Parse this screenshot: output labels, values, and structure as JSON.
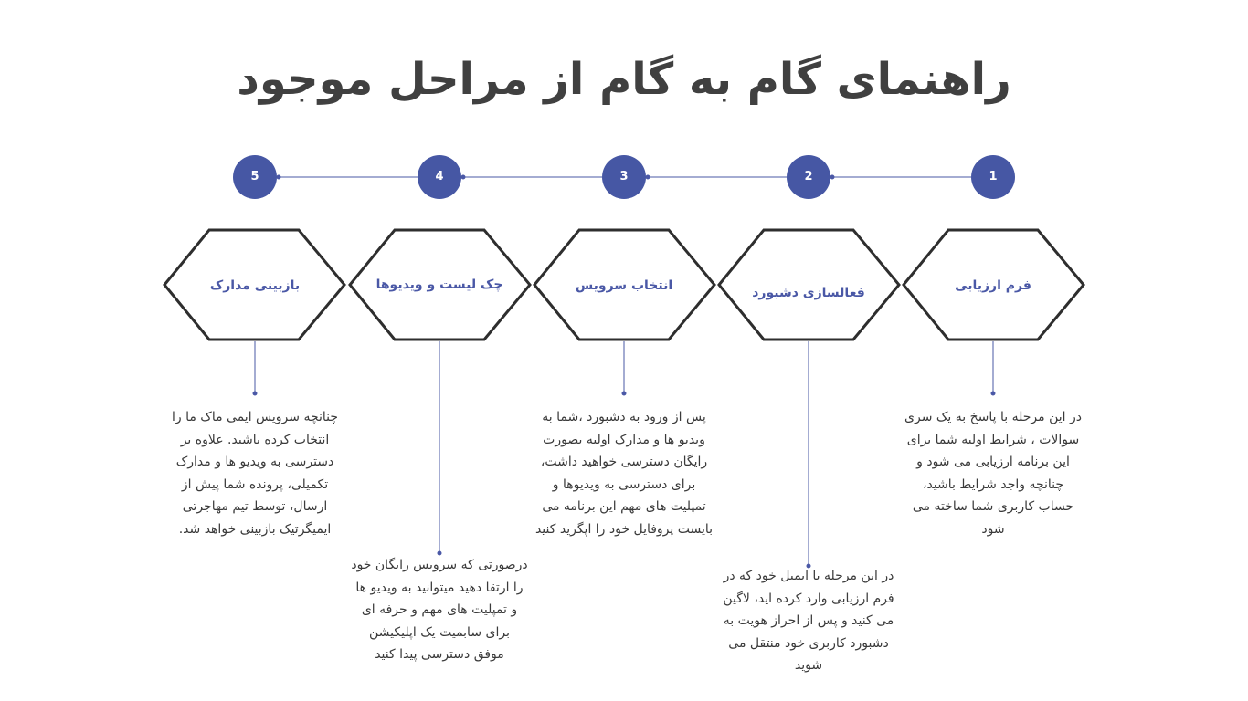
{
  "title": "راهنمای گام به گام از مراحل موجود",
  "colors": {
    "circle": "#4657a4",
    "hex_stroke": "#2e2e2e",
    "line": "#4a58a6",
    "label": "#4a58a6",
    "text": "#3a3a3a"
  },
  "steps": [
    {
      "number": "1",
      "label": "فرم ارزیابی",
      "desc": "در این مرحله با پاسخ به یک سری\nسوالات ، شرایط اولیه شما برای\nاین برنامه ارزیابی می شود و\nچنانچه واجد شرایط باشید،\nحساب کاربری شما ساخته می\nشود"
    },
    {
      "number": "2",
      "label": "فعالسازی دشبورد",
      "desc": "در این مرحله با ایمیل خود که در\nفرم ارزیابی وارد کرده اید، لاگین\nمی کنید و پس از احراز هویت به\nدشبورد کاربری خود منتقل می\nشوید"
    },
    {
      "number": "3",
      "label": "انتخاب سرویس",
      "desc": "پس از ورود به دشبورد ،شما به\nویدیو ها و مدارک اولیه بصورت\nرایگان دسترسی خواهید داشت،\nبرای دسترسی به ویدیوها و\nتمپلیت های مهم این برنامه می\nبایست پروفایل خود را اپگرید کنید"
    },
    {
      "number": "4",
      "label": "چک لیست و ویدیوها",
      "desc": "درصورتی که سرویس رایگان خود\nرا  ارتقا دهید میتوانید به ویدیو ها\nو تمپلیت  های مهم و حرفه ای\nبرای سابمیت یک اپلیکیشن\nموفق دسترسی پیدا کنید"
    },
    {
      "number": "5",
      "label": "بازبینی مدارک",
      "desc": "چنانچه سرویس ایمی ماک ما را\nانتخاب کرده باشید. علاوه بر\nدسترسی به ویدیو ها و مدارک\nتکمیلی، پرونده شما پیش از\nارسال، توسط تیم  مهاجرتی\nایمیگرتیک بازبینی خواهد شد."
    }
  ]
}
